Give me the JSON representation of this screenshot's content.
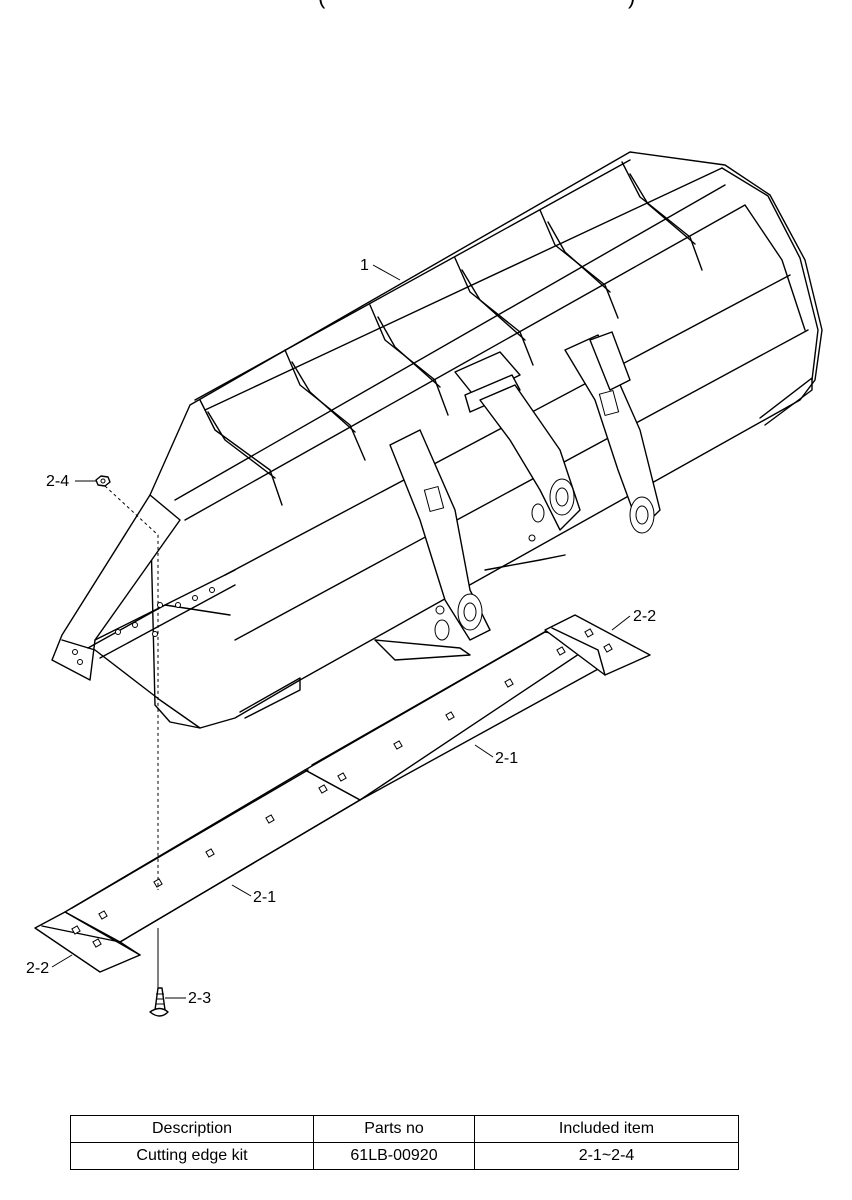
{
  "page_fragments": {
    "left": "(",
    "right": ")"
  },
  "callouts": {
    "c1": "1",
    "c2_1_a": "2-1",
    "c2_1_b": "2-1",
    "c2_2_a": "2-2",
    "c2_2_b": "2-2",
    "c2_3": "2-3",
    "c2_4": "2-4"
  },
  "table": {
    "headers": [
      "Description",
      "Parts no",
      "Included item"
    ],
    "rows": [
      [
        "Cutting edge kit",
        "61LB-00920",
        "2-1~2-4"
      ]
    ]
  }
}
